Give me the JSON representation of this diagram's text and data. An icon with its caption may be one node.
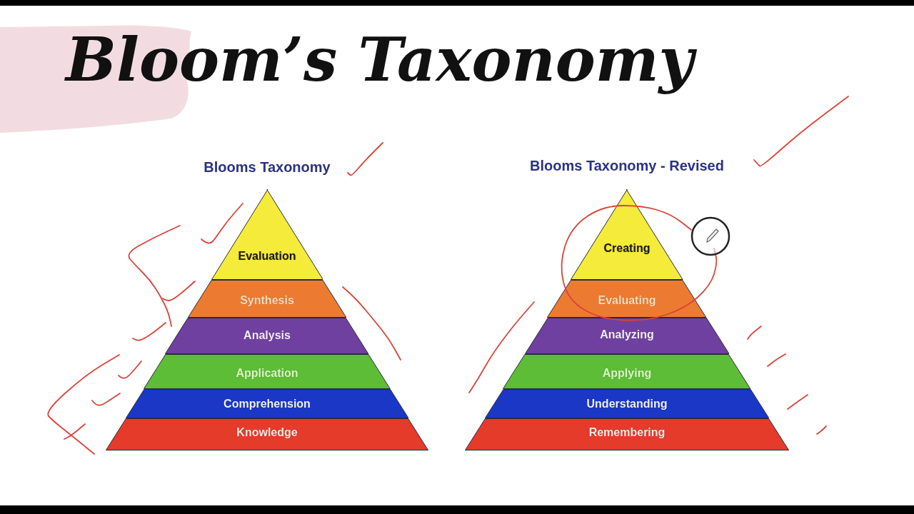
{
  "diagram": {
    "title": "Bloom’s Taxonomy",
    "nodes": [
      {
        "text": [
          "Blooms Taxonomy"
        ]
      },
      {
        "text": [
          "Evaluation"
        ],
        "in": 0
      },
      {
        "text": [
          "Synthesis"
        ],
        "in": 0
      },
      {
        "text": [
          "Analysis"
        ],
        "in": 0
      },
      {
        "text": [
          "Application"
        ],
        "in": 0
      },
      {
        "text": [
          "Comprehension"
        ],
        "in": 0
      },
      {
        "text": [
          "Knowledge"
        ],
        "in": 0
      },
      {
        "text": [
          "Blooms Taxonomy - Revised"
        ]
      },
      {
        "text": [
          "Creating"
        ],
        "in": 7
      },
      {
        "text": [
          "Evaluating"
        ],
        "in": 7
      },
      {
        "text": [
          "Analyzing"
        ],
        "in": 7
      },
      {
        "text": [
          "Applying"
        ],
        "in": 7
      },
      {
        "text": [
          "Understanding"
        ],
        "in": 7
      },
      {
        "text": [
          "Remembering"
        ],
        "in": 7
      }
    ]
  }
}
